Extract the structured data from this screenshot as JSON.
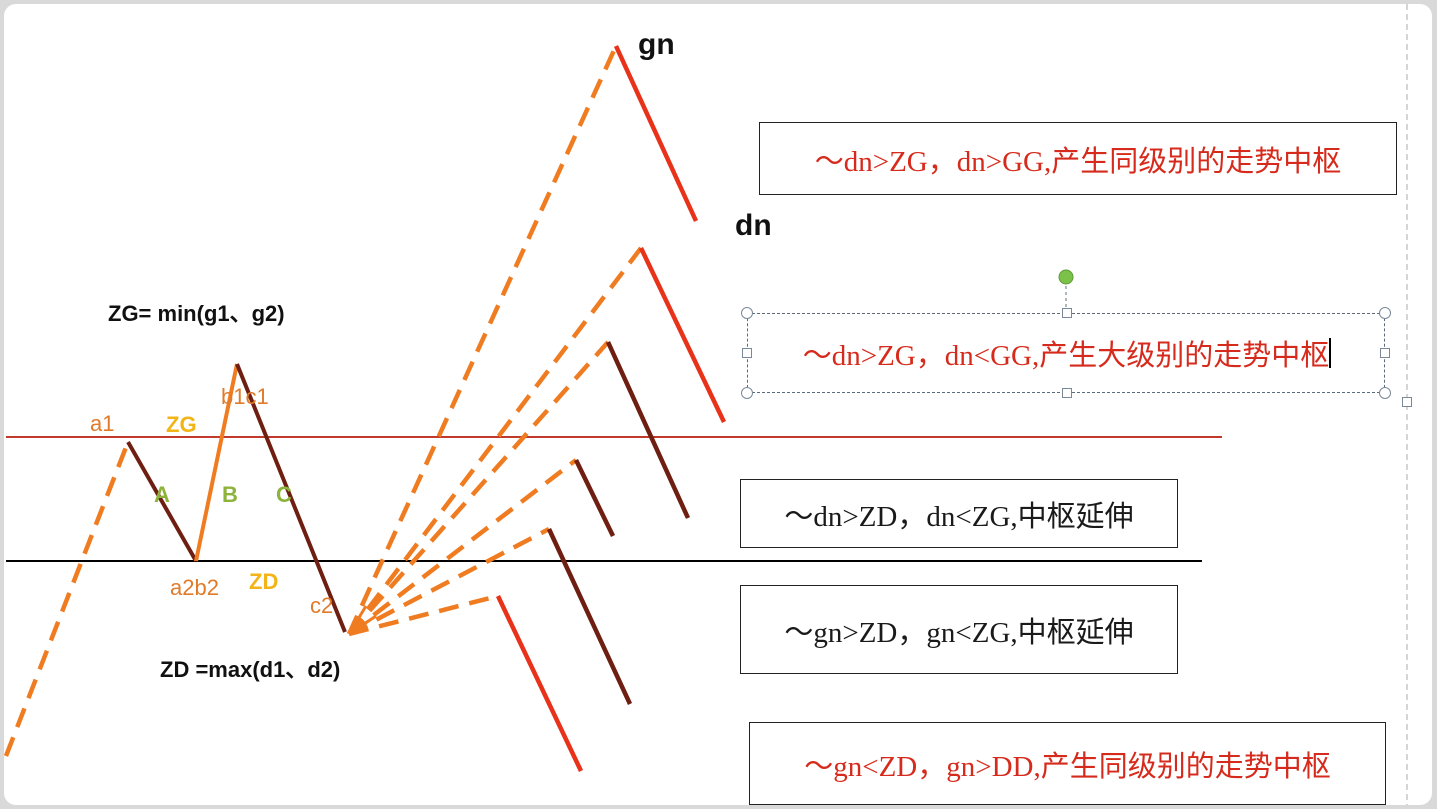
{
  "diagram": {
    "labels": {
      "gn": "gn",
      "dn": "dn",
      "zg_formula": "ZG= min(g1、g2)",
      "zd_formula": "ZD =max(d1、d2)",
      "a1": "a1",
      "zg_tag": "ZG",
      "b1c1": "b1c1",
      "seg_a": "A",
      "seg_b": "B",
      "seg_c": "C",
      "a2b2": "a2b2",
      "zd_tag": "ZD",
      "c2": "c2"
    },
    "colors": {
      "up_dashed": "#f07c22",
      "down_red": "#e8321a",
      "down_dark": "#6e1f12",
      "zg_line": "#c0392b",
      "zd_line": "#000000",
      "seg_label_green": "#8db33c",
      "orange_text": "#e07b2a",
      "tag_yellow": "#f2b416"
    },
    "notes": [
      {
        "text": "～dn>ZG，dn>GG,产生同级别的走势中枢",
        "color": "red"
      },
      {
        "text": "～dn>ZG，dn<GG,产生大级别的走势中枢",
        "color": "red"
      },
      {
        "text": "～dn>ZD，dn<ZG,中枢延伸",
        "color": "black"
      },
      {
        "text": "～gn>ZD，gn<ZG,中枢延伸",
        "color": "black"
      },
      {
        "text": "～gn<ZD，gn>DD,产生同级别的走势中枢",
        "color": "red"
      }
    ]
  }
}
